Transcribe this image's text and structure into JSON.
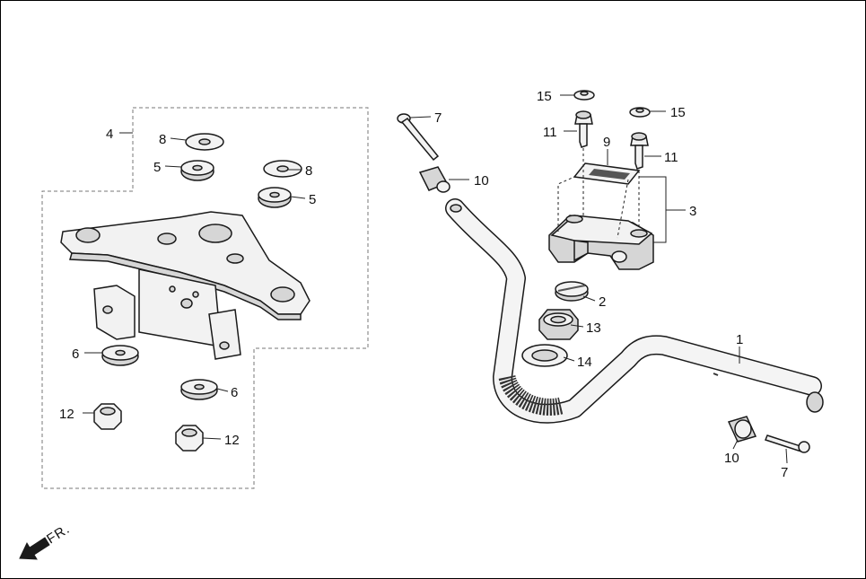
{
  "diagram": {
    "frame_color": "#000000",
    "line_color": "#1a1a1a",
    "direction_arrow": {
      "label": "FR."
    },
    "callouts": [
      {
        "id": "c4",
        "label": "4"
      },
      {
        "id": "c8a",
        "label": "8"
      },
      {
        "id": "c5a",
        "label": "5"
      },
      {
        "id": "c8b",
        "label": "8"
      },
      {
        "id": "c5b",
        "label": "5"
      },
      {
        "id": "c6a",
        "label": "6"
      },
      {
        "id": "c6b",
        "label": "6"
      },
      {
        "id": "c12a",
        "label": "12"
      },
      {
        "id": "c12b",
        "label": "12"
      },
      {
        "id": "c7a",
        "label": "7"
      },
      {
        "id": "c10a",
        "label": "10"
      },
      {
        "id": "c15a",
        "label": "15"
      },
      {
        "id": "c15b",
        "label": "15"
      },
      {
        "id": "c11a",
        "label": "11"
      },
      {
        "id": "c11b",
        "label": "11"
      },
      {
        "id": "c9",
        "label": "9"
      },
      {
        "id": "c3",
        "label": "3"
      },
      {
        "id": "c2",
        "label": "2"
      },
      {
        "id": "c13",
        "label": "13"
      },
      {
        "id": "c14",
        "label": "14"
      },
      {
        "id": "c1",
        "label": "1"
      },
      {
        "id": "c10b",
        "label": "10"
      },
      {
        "id": "c7b",
        "label": "7"
      }
    ]
  }
}
